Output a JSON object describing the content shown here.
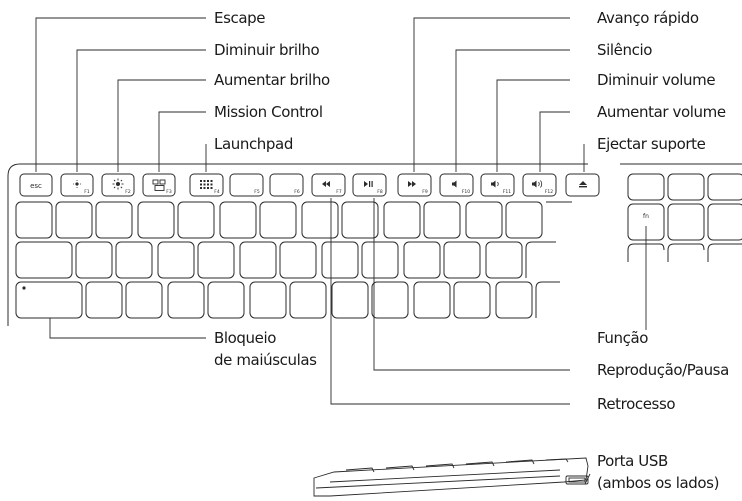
{
  "labels": {
    "escape": "Escape",
    "brightness_down": "Diminuir brilho",
    "brightness_up": "Aumentar brilho",
    "mission_control": "Mission Control",
    "launchpad": "Launchpad",
    "fast_forward": "Avanço rápido",
    "mute": "Silêncio",
    "volume_down": "Diminuir volume",
    "volume_up": "Aumentar volume",
    "eject": "Ejectar suporte",
    "caps_lock_line1": "Bloqueio",
    "caps_lock_line2": "de maiúsculas",
    "function": "Função",
    "play_pause": "Reprodução/Pausa",
    "rewind": "Retrocesso",
    "usb_line1": "Porta USB",
    "usb_line2": "(ambos os lados)"
  },
  "keys": {
    "esc": "esc",
    "fn": "fn",
    "f1": "F1",
    "f2": "F2",
    "f3": "F3",
    "f4": "F4",
    "f5": "F5",
    "f6": "F6",
    "f7": "F7",
    "f8": "F8",
    "f9": "F9",
    "f10": "F10",
    "f11": "F11",
    "f12": "F12"
  },
  "icons": {
    "brightness_down": "sun-small-icon",
    "brightness_up": "sun-large-icon",
    "mission_control": "mission-control-icon",
    "launchpad": "launchpad-grid-icon",
    "rewind": "rewind-icon",
    "play_pause": "play-pause-icon",
    "fast_forward": "fast-forward-icon",
    "mute": "speaker-mute-icon",
    "volume_down": "speaker-low-icon",
    "volume_up": "speaker-high-icon",
    "eject": "eject-icon"
  }
}
